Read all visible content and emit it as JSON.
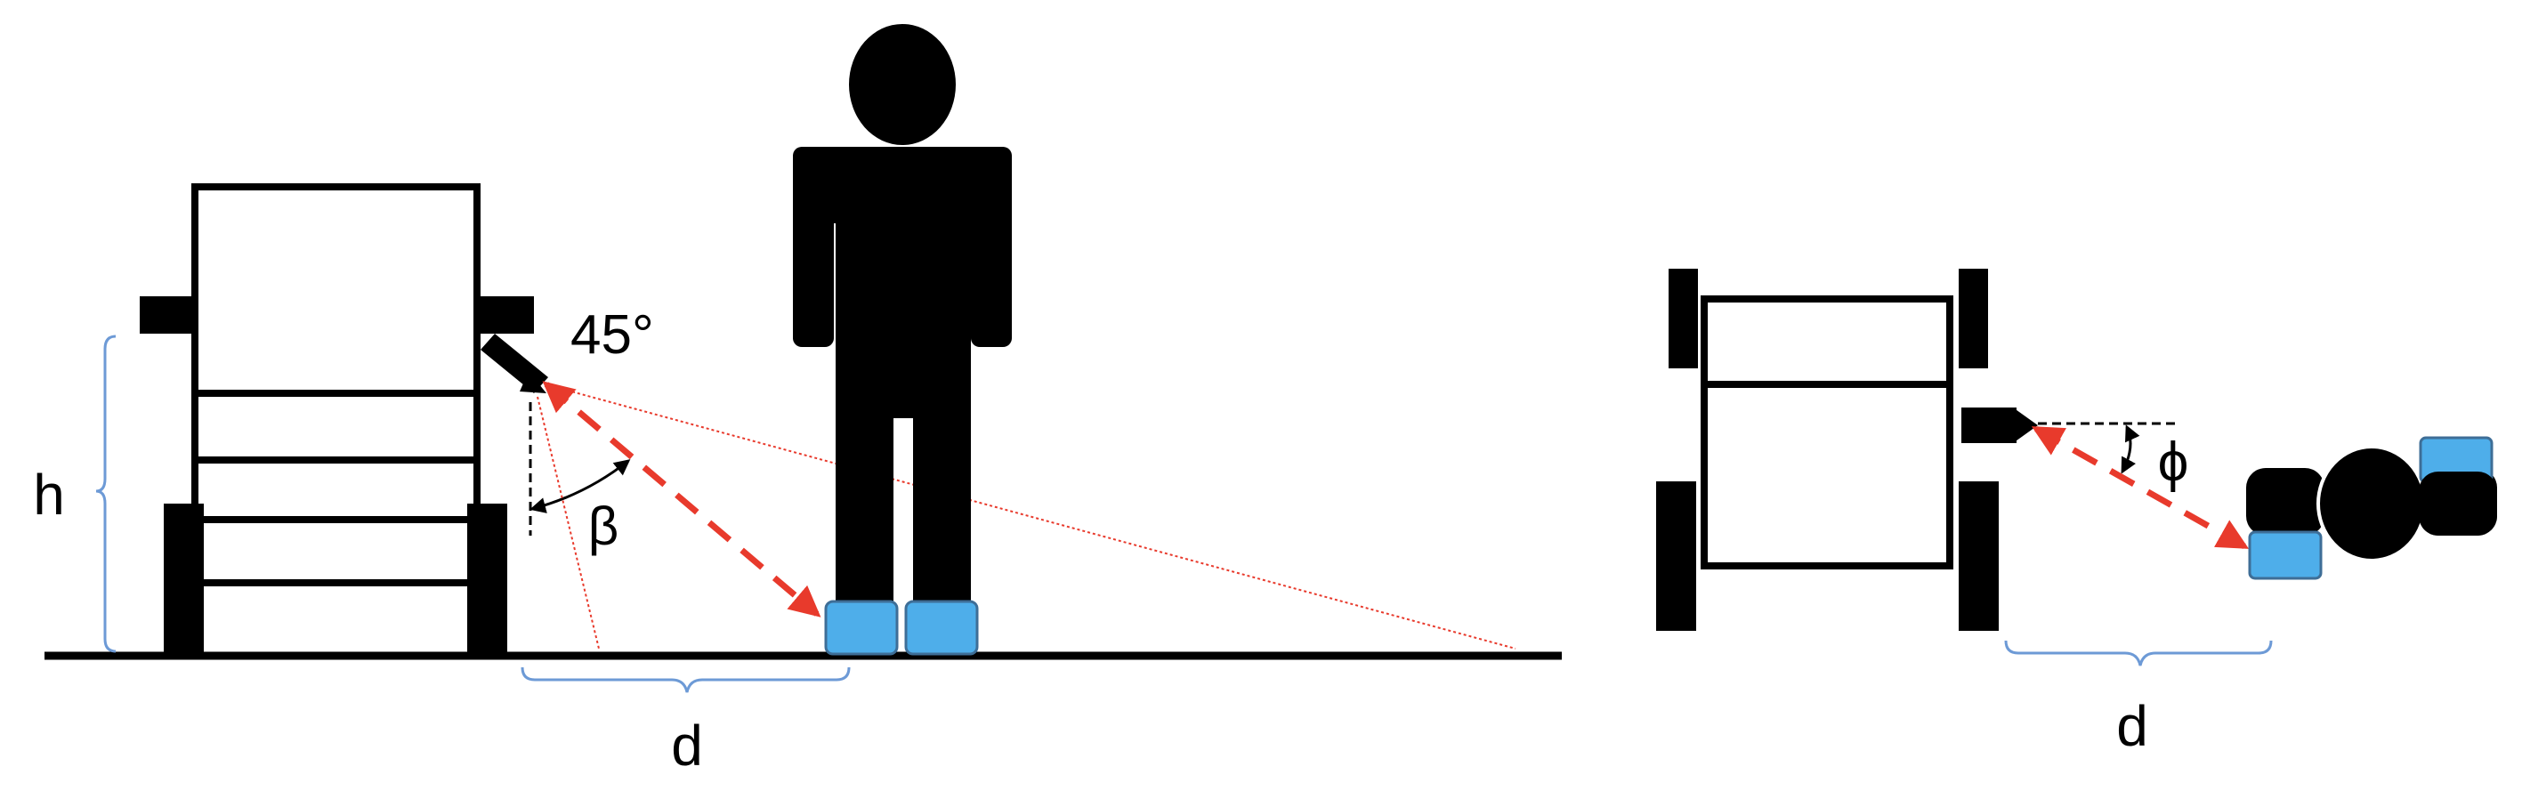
{
  "labels": {
    "h": "h",
    "d_side": "d",
    "d_top": "d",
    "angle_45": "45°",
    "beta": "β",
    "phi": "ϕ"
  },
  "colors": {
    "ink": "#000000",
    "foot": "#4eaeea",
    "foot_edge": "#3e6e97",
    "brace": "#6d9ad6",
    "laser": "#e83a2c"
  },
  "icons": {
    "camera": "camera-icon",
    "person": "person-silhouette",
    "wheelchair": "wheelchair-side-view"
  }
}
